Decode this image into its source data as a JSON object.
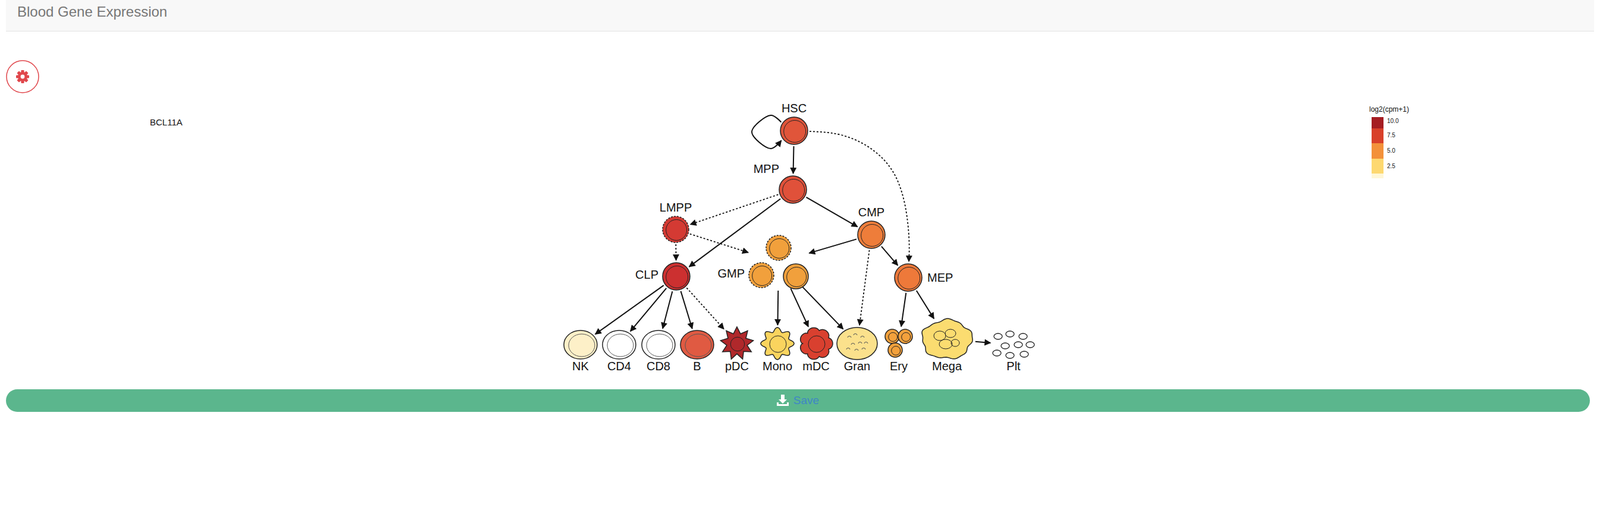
{
  "diagram": {
    "title": "Blood Gene Expression",
    "nodes": [
      {
        "text": [
          "HSC"
        ]
      },
      {
        "text": [
          "MPP"
        ]
      },
      {
        "text": [
          "LMPP"
        ]
      },
      {
        "text": [
          "CMP"
        ]
      },
      {
        "text": [
          "CLP"
        ]
      },
      {
        "text": [
          "GMP"
        ]
      },
      {
        "text": [
          "MEP"
        ]
      },
      {
        "text": [
          "NK"
        ]
      },
      {
        "text": [
          "CD4"
        ]
      },
      {
        "text": [
          "CD8"
        ]
      },
      {
        "text": [
          "B"
        ]
      },
      {
        "text": [
          "pDC"
        ]
      },
      {
        "text": [
          "Mono"
        ]
      },
      {
        "text": [
          "mDC"
        ]
      },
      {
        "text": [
          "Gran"
        ]
      },
      {
        "text": [
          "Ery"
        ]
      },
      {
        "text": [
          "Mega"
        ]
      },
      {
        "text": [
          "Plt"
        ]
      },
      {
        "text": [
          "Save"
        ]
      }
    ],
    "edges": [
      {
        "from": 0,
        "to": 0,
        "arrow": "to"
      },
      {
        "from": 0,
        "to": 1,
        "arrow": "to"
      },
      {
        "from": 0,
        "to": 6,
        "arrow": "to"
      },
      {
        "from": 1,
        "to": 2,
        "arrow": "to"
      },
      {
        "from": 1,
        "to": 4,
        "arrow": "to"
      },
      {
        "from": 1,
        "to": 3,
        "arrow": "to"
      },
      {
        "from": 2,
        "to": 4,
        "arrow": "to"
      },
      {
        "from": 2,
        "to": 5,
        "arrow": "to"
      },
      {
        "from": 3,
        "to": 5,
        "arrow": "to"
      },
      {
        "from": 3,
        "to": 6,
        "arrow": "to"
      },
      {
        "from": 3,
        "to": 14,
        "arrow": "to"
      },
      {
        "from": 4,
        "to": 7,
        "arrow": "to"
      },
      {
        "from": 4,
        "to": 8,
        "arrow": "to"
      },
      {
        "from": 4,
        "to": 9,
        "arrow": "to"
      },
      {
        "from": 4,
        "to": 10,
        "arrow": "to"
      },
      {
        "from": 4,
        "to": 11,
        "arrow": "to"
      },
      {
        "from": 5,
        "to": 12,
        "arrow": "to"
      },
      {
        "from": 5,
        "to": 13,
        "arrow": "to"
      },
      {
        "from": 5,
        "to": 14,
        "arrow": "to"
      },
      {
        "from": 6,
        "to": 15,
        "arrow": "to"
      },
      {
        "from": 6,
        "to": 16,
        "arrow": "to"
      },
      {
        "from": 16,
        "to": 17,
        "arrow": "to"
      }
    ],
    "labels": [
      "BCL11A",
      "log2(cpm+1)"
    ],
    "legend": [
      {
        "text": "10.0",
        "color": "#a51d22"
      },
      {
        "text": "7.5",
        "color": "#d8402a"
      },
      {
        "text": "5.0",
        "color": "#f3913a"
      },
      {
        "text": "2.5",
        "color": "#fdd870"
      }
    ]
  }
}
